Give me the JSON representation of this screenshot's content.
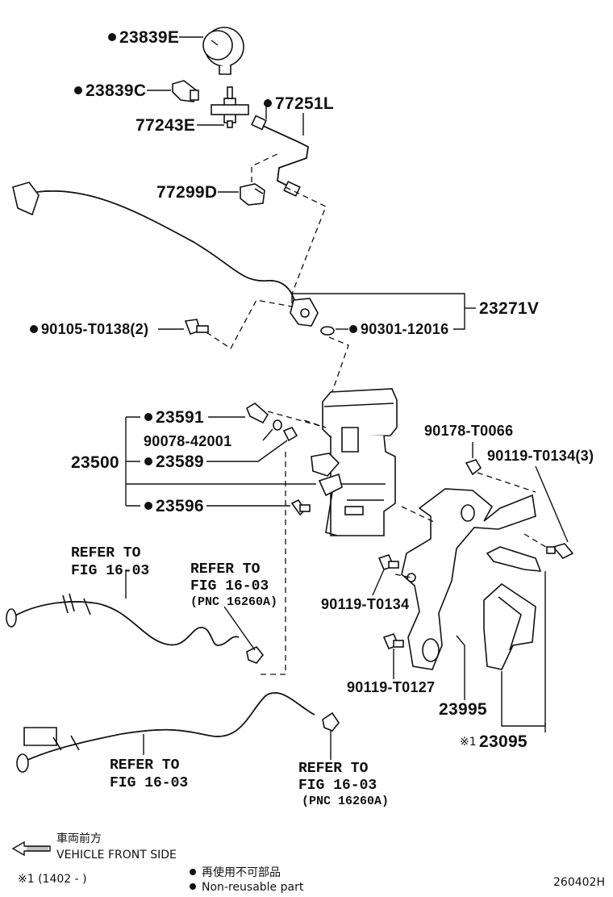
{
  "callouts": [
    {
      "id": "c-23839E",
      "text": "23839E",
      "non_reusable": true
    },
    {
      "id": "c-23839C",
      "text": "23839C",
      "non_reusable": true
    },
    {
      "id": "c-77251L",
      "text": "77251L",
      "non_reusable": true
    },
    {
      "id": "c-77243E",
      "text": "77243E",
      "non_reusable": false
    },
    {
      "id": "c-77299D",
      "text": "77299D",
      "non_reusable": false
    },
    {
      "id": "c-23271V",
      "text": "23271V",
      "non_reusable": false
    },
    {
      "id": "c-90105",
      "text": "90105-T0138(2)",
      "non_reusable": true
    },
    {
      "id": "c-90301",
      "text": "90301-12016",
      "non_reusable": true
    },
    {
      "id": "c-23591",
      "text": "23591",
      "non_reusable": true
    },
    {
      "id": "c-90078",
      "text": "90078-42001",
      "non_reusable": false
    },
    {
      "id": "c-23500",
      "text": "23500",
      "non_reusable": false
    },
    {
      "id": "c-23589",
      "text": "23589",
      "non_reusable": true
    },
    {
      "id": "c-23596",
      "text": "23596",
      "non_reusable": true
    },
    {
      "id": "c-90178",
      "text": "90178-T0066",
      "non_reusable": false
    },
    {
      "id": "c-90119-3",
      "text": "90119-T0134(3)",
      "non_reusable": false
    },
    {
      "id": "c-90119-T0134",
      "text": "90119-T0134",
      "non_reusable": false
    },
    {
      "id": "c-90119-T0127",
      "text": "90119-T0127",
      "non_reusable": false
    },
    {
      "id": "c-23995",
      "text": "23995",
      "non_reusable": false
    },
    {
      "id": "c-23095",
      "text": "23095",
      "non_reusable": false
    }
  ],
  "refs": {
    "r1": [
      "REFER TO",
      "FIG 16-03"
    ],
    "r2": [
      "REFER TO",
      "FIG 16-03",
      "(PNC 16260A)"
    ],
    "r3": [
      "REFER TO",
      "FIG 16-03"
    ],
    "r4": [
      "REFER TO",
      "FIG 16-03",
      "(PNC 16260A)"
    ]
  },
  "note_mark": "※1",
  "legend": {
    "front_jp": "車両前方",
    "front_en": "VEHICLE FRONT SIDE",
    "note": "※1 (1402 -        )",
    "nonreusable_jp": "再使用不可部品",
    "nonreusable_en": "Non-reusable part",
    "figure_id": "260402H"
  }
}
